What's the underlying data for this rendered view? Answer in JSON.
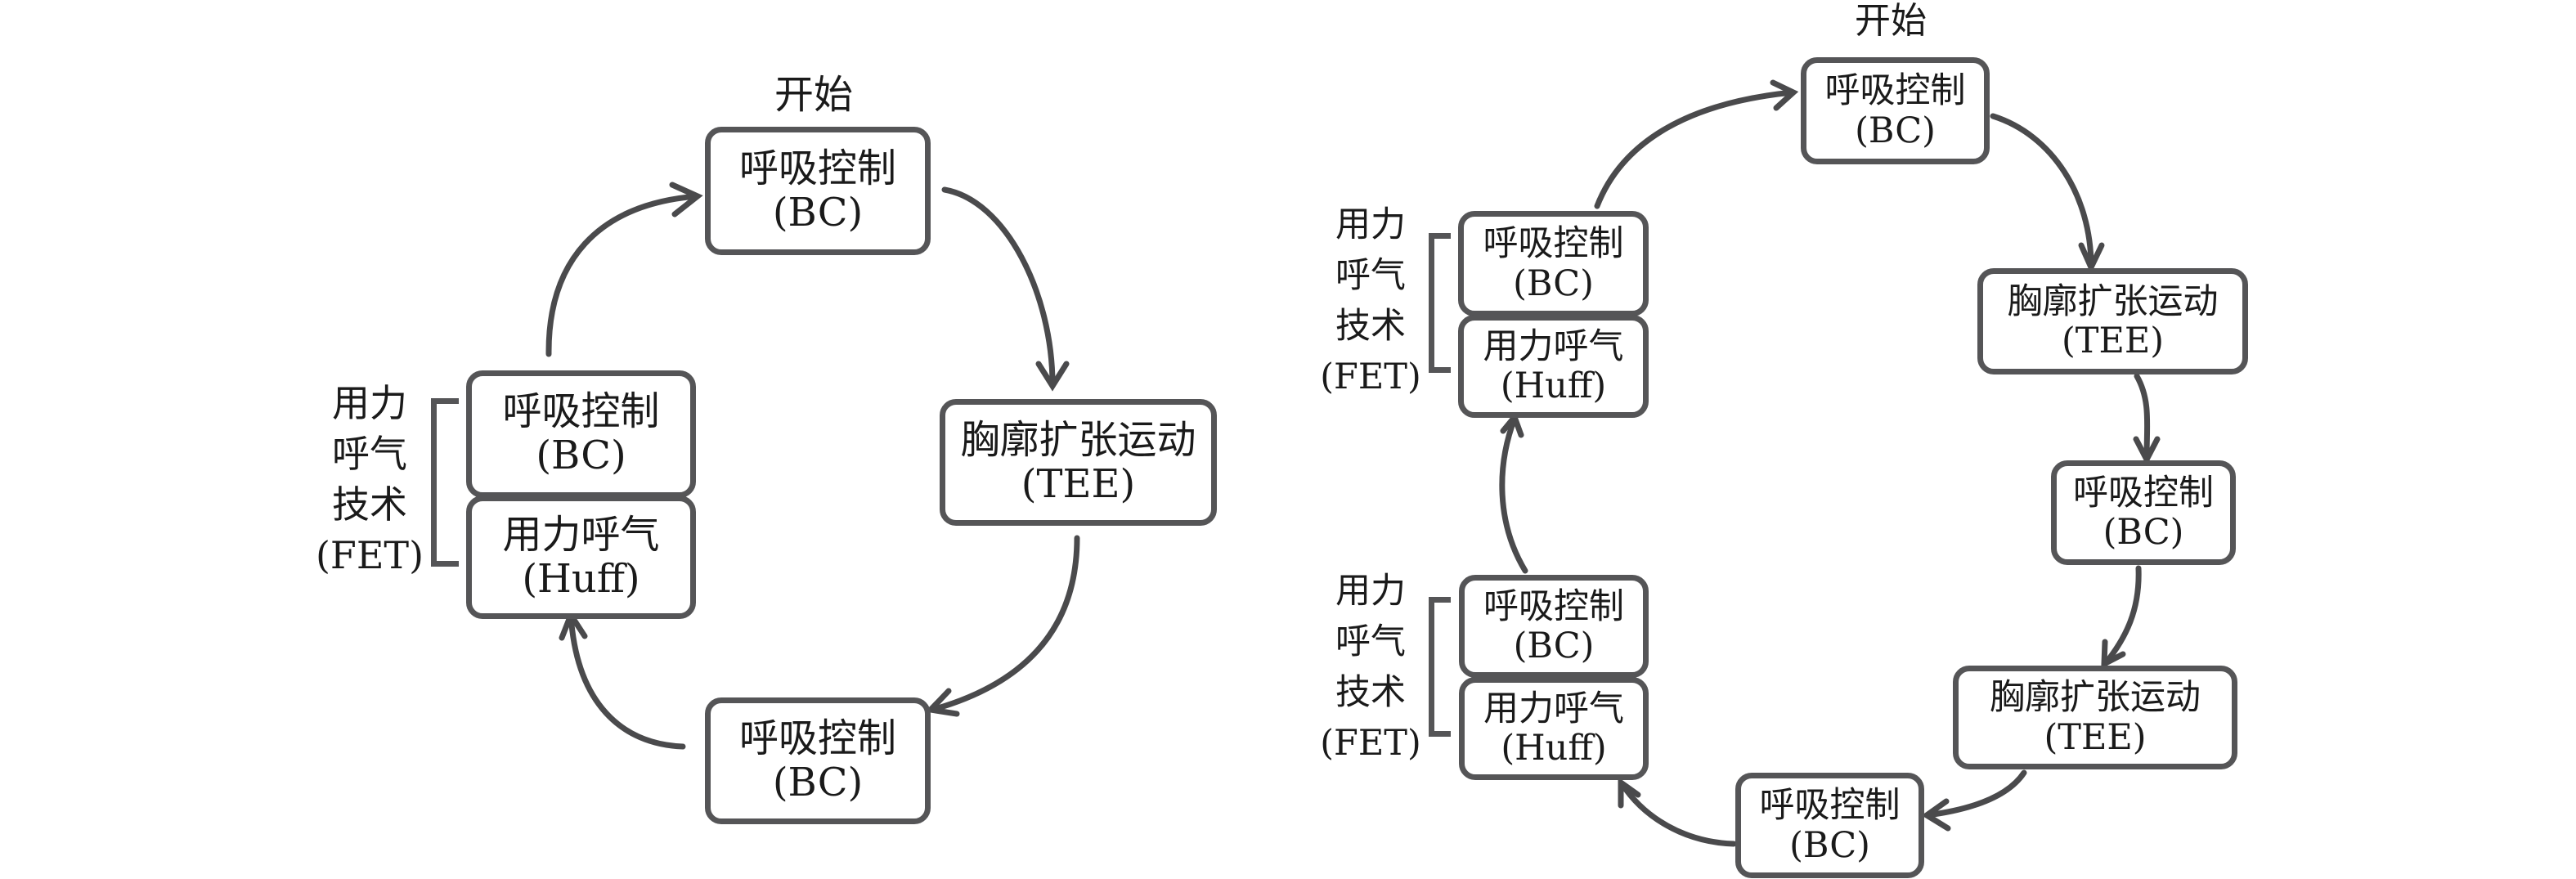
{
  "diagrams": [
    {
      "id": "left",
      "start_label": "开始",
      "nodes": {
        "top_bc": {
          "zh": "呼吸控制",
          "en": "(BC)"
        },
        "tee": {
          "zh": "胸廓扩张运动",
          "en": "(TEE)"
        },
        "bottom_bc": {
          "zh": "呼吸控制",
          "en": "(BC)"
        },
        "fet_bc": {
          "zh": "呼吸控制",
          "en": "(BC)"
        },
        "fet_huff": {
          "zh": "用力呼气",
          "en": "(Huff)"
        }
      },
      "fet_group_label": [
        "用力",
        "呼气",
        "技术",
        "(FET)"
      ],
      "flow": [
        "top_bc",
        "tee",
        "bottom_bc",
        "fet_huff",
        "fet_bc",
        "top_bc"
      ]
    },
    {
      "id": "right",
      "start_label": "开始",
      "nodes": {
        "top_bc": {
          "zh": "呼吸控制",
          "en": "(BC)"
        },
        "tee_1": {
          "zh": "胸廓扩张运动",
          "en": "(TEE)"
        },
        "bc_2": {
          "zh": "呼吸控制",
          "en": "(BC)"
        },
        "tee_2": {
          "zh": "胸廓扩张运动",
          "en": "(TEE)"
        },
        "bottom_bc": {
          "zh": "呼吸控制",
          "en": "(BC)"
        },
        "fet2_bc": {
          "zh": "呼吸控制",
          "en": "(BC)"
        },
        "fet2_huff": {
          "zh": "用力呼气",
          "en": "(Huff)"
        },
        "fet1_bc": {
          "zh": "呼吸控制",
          "en": "(BC)"
        },
        "fet1_huff": {
          "zh": "用力呼气",
          "en": "(Huff)"
        }
      },
      "fet_group_label": [
        "用力",
        "呼气",
        "技术",
        "(FET)"
      ],
      "flow": [
        "top_bc",
        "tee_1",
        "bc_2",
        "tee_2",
        "bottom_bc",
        "fet2_huff",
        "fet2_bc",
        "fet1_huff",
        "fet1_bc",
        "top_bc"
      ]
    }
  ],
  "colors": {
    "stroke": "#555557",
    "arrow": "#4a4a4c",
    "text": "#1a1a1a",
    "background": "#ffffff"
  }
}
